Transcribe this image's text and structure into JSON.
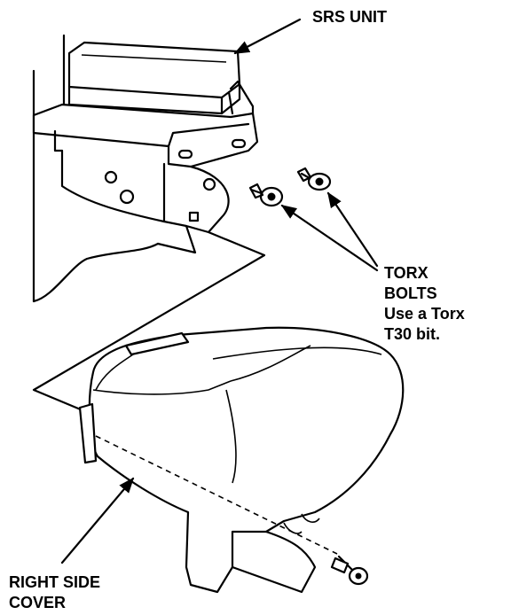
{
  "labels": {
    "srs_unit": "SRS UNIT",
    "torx_line1": "TORX",
    "torx_line2": "BOLTS",
    "torx_line3": "Use a Torx",
    "torx_line4": "T30 bit.",
    "cover_line1": "RIGHT SIDE",
    "cover_line2": "COVER"
  }
}
